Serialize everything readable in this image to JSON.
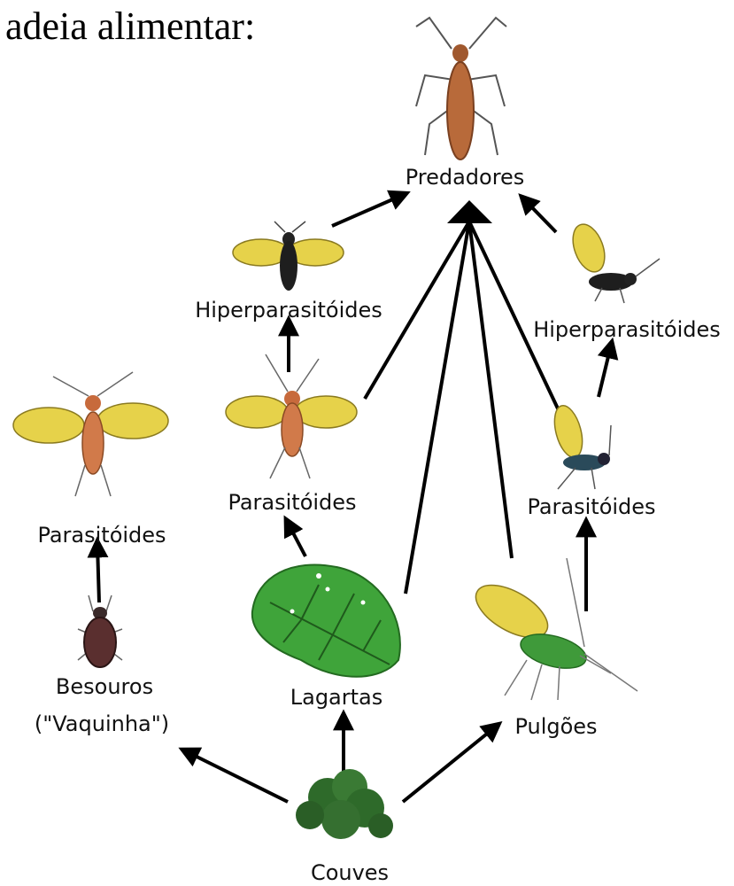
{
  "heading": "adeia alimentar:",
  "nodes": {
    "predadores": "Predadores",
    "hiper_center": "Hiperparasitóides",
    "hiper_right": "Hiperparasitóides",
    "paras_center": "Parasitóides",
    "paras_left": "Parasitóides",
    "paras_right": "Parasitóides",
    "besouros_line1": "Besouros",
    "besouros_line2": "(\"Vaquinha\")",
    "lagartas": "Lagartas",
    "pulgoes": "Pulgões",
    "couves": "Couves"
  },
  "icons": {
    "predator": "assassin-bug-icon",
    "hyperparasitoid_center": "black-wasp-icon",
    "hyperparasitoid_right": "black-wasp-icon",
    "parasitoid_center": "orange-wasp-icon",
    "parasitoid_left": "orange-wasp-icon",
    "parasitoid_right": "blue-wasp-icon",
    "beetle": "beetle-icon",
    "caterpillar_leaf": "leaf-icon",
    "aphid": "aphid-icon",
    "cabbage": "cabbage-icon"
  },
  "colors": {
    "wing": "#e6d24a",
    "predator_body": "#b86a3a",
    "leaf": "#3fa43a",
    "cabbage": "#2e6a2a",
    "arrow": "#000000"
  }
}
